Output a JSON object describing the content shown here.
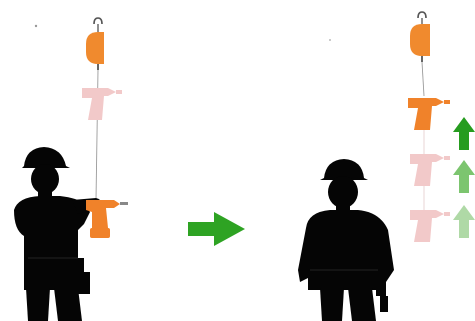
{
  "colors": {
    "background": "#ffffff",
    "silhouette": "#050505",
    "balancer": "#f08a2e",
    "tool_active": "#f0822a",
    "tool_faded": "#f2c9c9",
    "transition_arrow": "#2ea323",
    "lift_arrow_strong": "#269c1f",
    "lift_arrow_medium": "#7cc56f",
    "lift_arrow_light": "#afd9a6"
  },
  "icons": {
    "left_worker": "worker-silhouette-icon",
    "right_worker": "worker-silhouette-icon",
    "balancer": "tool-balancer-icon",
    "tool": "power-drill-icon",
    "transition": "right-arrow-icon",
    "lift": "up-arrow-icon"
  },
  "scene": {
    "left_panel": {
      "tool_held_by_worker": true,
      "faded_tool_ghosts": 1
    },
    "right_panel": {
      "tool_held_by_worker": false,
      "faded_tool_ghosts": 2,
      "lift_arrows": 3
    }
  }
}
